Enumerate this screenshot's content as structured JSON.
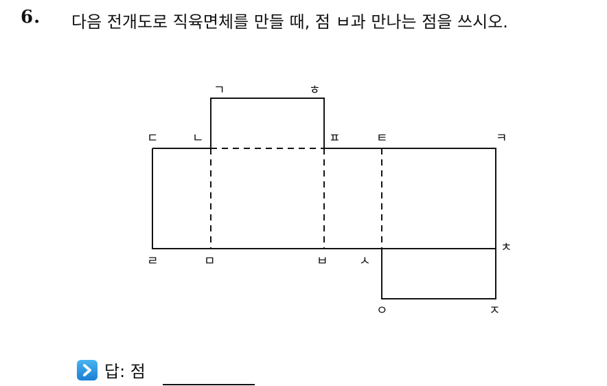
{
  "question": {
    "number": "6.",
    "text": "다음 전개도로 직육면체를 만들 때, 점 ㅂ과 만나는 점을 쓰시오."
  },
  "figure": {
    "labels": [
      "ㄱ",
      "ㅎ",
      "ㄷ",
      "ㄴ",
      "ㅍ",
      "ㅌ",
      "ㅋ",
      "ㄹ",
      "ㅁ",
      "ㅂ",
      "ㅅ",
      "ㅊ",
      "ㅇ",
      "ㅈ"
    ]
  },
  "answer": {
    "label": "답: 점",
    "icon": "chevron-right-icon",
    "icon_color": "#2a8fe0"
  }
}
